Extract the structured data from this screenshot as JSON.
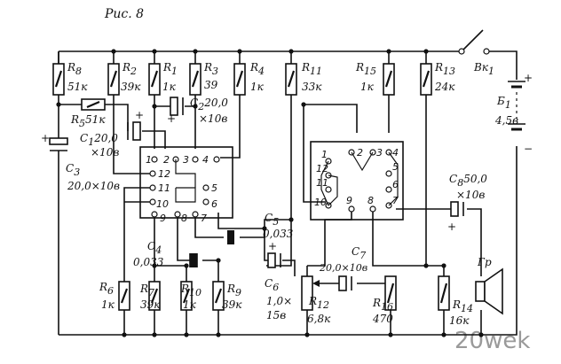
{
  "figure_title": "Рис. 8",
  "watermark": "20wek",
  "switch": {
    "name": "Вк",
    "sub": "1"
  },
  "battery": {
    "name": "Б",
    "sub": "1",
    "value": "4,5в",
    "plus": "+",
    "minus": "−"
  },
  "resistors": {
    "R8": {
      "name": "R",
      "sub": "8",
      "value": "51к"
    },
    "R2": {
      "name": "R",
      "sub": "2",
      "value": "39к"
    },
    "R1": {
      "name": "R",
      "sub": "1",
      "value": "1к"
    },
    "R3": {
      "name": "R",
      "sub": "3",
      "value": "39"
    },
    "R4": {
      "name": "R",
      "sub": "4",
      "value": "1к"
    },
    "R11": {
      "name": "R",
      "sub": "11",
      "value": "33к"
    },
    "R15": {
      "name": "R",
      "sub": "15",
      "value": "1к"
    },
    "R13": {
      "name": "R",
      "sub": "13",
      "value": "24к"
    },
    "R5": {
      "name": "R",
      "sub": "5",
      "value": "51к"
    },
    "R6": {
      "name": "R",
      "sub": "6",
      "value": "1к"
    },
    "R7": {
      "name": "R",
      "sub": "7",
      "value": "39к"
    },
    "R10": {
      "name": "R",
      "sub": "10",
      "value": "1к"
    },
    "R9": {
      "name": "R",
      "sub": "9",
      "value": "39к"
    },
    "R12": {
      "name": "R",
      "sub": "12",
      "value": "6,8к"
    },
    "R16": {
      "name": "R",
      "sub": "16",
      "value": "470"
    },
    "R14": {
      "name": "R",
      "sub": "14",
      "value": "16к"
    }
  },
  "capacitors": {
    "C1": {
      "name": "C",
      "sub": "1",
      "value": "20,0",
      "value2": "×10в"
    },
    "C2": {
      "name": "C",
      "sub": "2",
      "value": "20,0",
      "value2": "×10в"
    },
    "C3": {
      "name": "C",
      "sub": "3",
      "value": "20,0×10в"
    },
    "C4": {
      "name": "C",
      "sub": "4",
      "value": "0,033"
    },
    "C5": {
      "name": "C",
      "sub": "5",
      "value": "0,033"
    },
    "C6": {
      "name": "C",
      "sub": "6",
      "value": "1,0×",
      "value2": "15в"
    },
    "C7": {
      "name": "C",
      "sub": "7",
      "value": "20,0×10в"
    },
    "C8": {
      "name": "C",
      "sub": "8",
      "value": "50,0",
      "value2": "×10в"
    }
  },
  "speaker": {
    "name": "Гр"
  },
  "polarity": {
    "plus": "+"
  },
  "ic1": {
    "pins": [
      "1",
      "2",
      "3",
      "4",
      "12",
      "11",
      "5",
      "10",
      "6",
      "9",
      "8",
      "7"
    ]
  },
  "ic2": {
    "pins": [
      "1",
      "2",
      "3",
      "4",
      "12",
      "11",
      "5",
      "10",
      "6",
      "9",
      "8",
      "7"
    ]
  }
}
